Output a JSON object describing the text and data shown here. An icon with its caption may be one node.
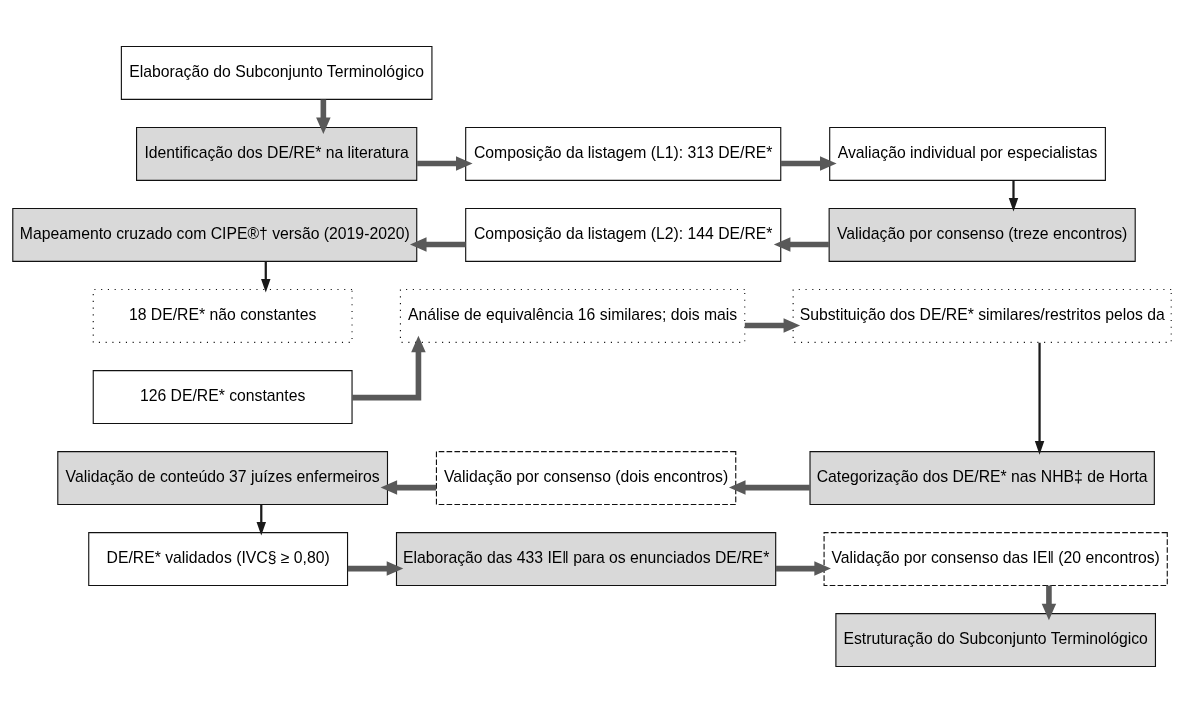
{
  "diagram": {
    "nodes": [
      {
        "text": [
          "Elaboração do Subconjunto Terminológico"
        ]
      },
      {
        "text": [
          "Identificação dos DE/RE* na literatura"
        ]
      },
      {
        "text": [
          "Composição da listagem (L1): 313 DE/RE*"
        ]
      },
      {
        "text": [
          "Avaliação individual por especialistas"
        ]
      },
      {
        "text": [
          "Mapeamento cruzado com CIPE®† versão (2019-2020)"
        ]
      },
      {
        "text": [
          "Composição da listagem (L2): 144 DE/RE*"
        ]
      },
      {
        "text": [
          "Validação por consenso (treze encontros)"
        ]
      },
      {
        "text": [
          "18 DE/RE* não constantes"
        ]
      },
      {
        "text": [
          "126 DE/RE* constantes"
        ]
      },
      {
        "text": [
          "Análise de equivalência 16 similares; dois mais"
        ]
      },
      {
        "text": [
          "Substituição dos DE/RE* similares/restritos pelos da"
        ]
      },
      {
        "text": [
          "Validação de conteúdo 37 juízes enfermeiros"
        ]
      },
      {
        "text": [
          "Validação por consenso (dois encontros)"
        ]
      },
      {
        "text": [
          "Categorização dos DE/RE* nas NHB‡ de Horta"
        ]
      },
      {
        "text": [
          "DE/RE* validados (IVC§ ≥ 0,80)"
        ]
      },
      {
        "text": [
          "Elaboração das 433 IE‖ para os enunciados DE/RE*"
        ]
      },
      {
        "text": [
          "Validação por consenso das IE‖ (20 encontros)"
        ]
      },
      {
        "text": [
          "Estruturação do Subconjunto Terminológico"
        ]
      }
    ],
    "edges": [
      {
        "from": 0,
        "to": 1,
        "arrow": "to"
      },
      {
        "from": 1,
        "to": 2,
        "arrow": "to"
      },
      {
        "from": 2,
        "to": 3,
        "arrow": "to"
      },
      {
        "from": 3,
        "to": 6,
        "arrow": "to",
        "color": "#1a1a1a"
      },
      {
        "from": 6,
        "to": 5,
        "arrow": "to"
      },
      {
        "from": 5,
        "to": 4,
        "arrow": "to"
      },
      {
        "from": 4,
        "to": 7,
        "arrow": "to",
        "color": "#1a1a1a"
      },
      {
        "from": 8,
        "to": 9,
        "arrow": "to"
      },
      {
        "from": 9,
        "to": 10,
        "arrow": "to"
      },
      {
        "from": 10,
        "to": 13,
        "arrow": "to",
        "color": "#1a1a1a"
      },
      {
        "from": 13,
        "to": 12,
        "arrow": "to"
      },
      {
        "from": 12,
        "to": 11,
        "arrow": "to"
      },
      {
        "from": 11,
        "to": 14,
        "arrow": "to",
        "color": "#1a1a1a"
      },
      {
        "from": 14,
        "to": 15,
        "arrow": "to"
      },
      {
        "from": 15,
        "to": 16,
        "arrow": "to"
      },
      {
        "from": 16,
        "to": 17,
        "arrow": "to"
      }
    ]
  }
}
